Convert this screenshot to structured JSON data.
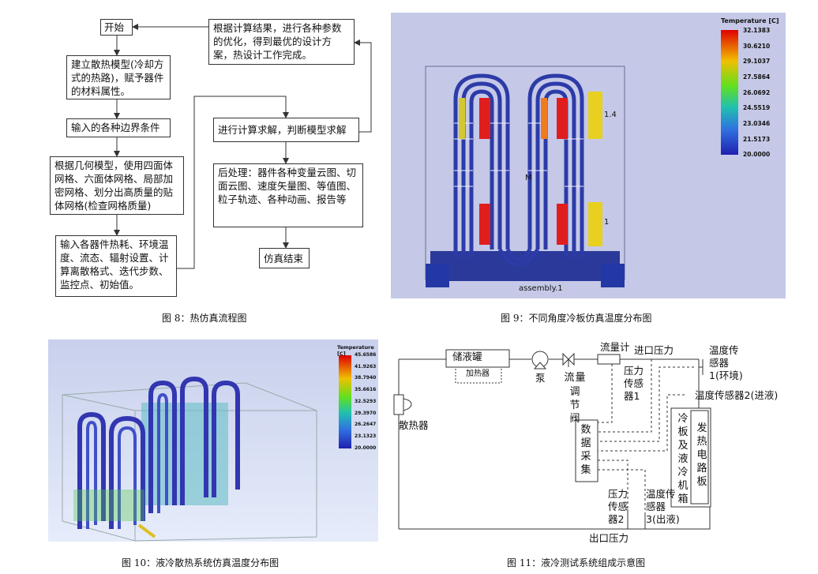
{
  "fig8": {
    "start": "开始",
    "build_model": "建立散热模型(冷却方式的热路)，赋予器件的材料属性。",
    "boundary": "输入的各种边界条件",
    "mesh": "根据几何模型，使用四面体网格、六面体网格、局部加密网格、划分出高质量的贴体网格(检查网格质量)",
    "inputs": "输入各器件热耗、环境温度、流态、辐射设置、计算离散格式、迭代步数、监控点、初始值。",
    "optimize": "根据计算结果，进行各种参数的优化，得到最优的设计方案，热设计工作完成。",
    "solve": "进行计算求解，判断模型求解",
    "post": "后处理：器件各种变量云图、切面云图、速度矢量图、等值图、粒子轨迹、各种动画、报告等",
    "end": "仿真结束",
    "caption": "图 8：热仿真流程图"
  },
  "fig9": {
    "legend_title": "Temperature [C]",
    "legend_values": [
      "32.1383",
      "30.6210",
      "29.1037",
      "27.5864",
      "26.0692",
      "24.5519",
      "23.0346",
      "21.5173",
      "20.0000"
    ],
    "label_a": "1.4",
    "label_b": "1",
    "label_c": "M",
    "label_d": "assembly.1",
    "caption": "图 9：不同角度冷板仿真温度分布图"
  },
  "fig10": {
    "legend_title": "Temperature [C]",
    "legend_values": [
      "45.6586",
      "41.9263",
      "38.7940",
      "35.6616",
      "32.5293",
      "29.3970",
      "26.2647",
      "23.1323",
      "20.0000"
    ],
    "caption": "图 10：液冷散热系统仿真温度分布图"
  },
  "fig11": {
    "tank": "储液罐",
    "heater": "加热器",
    "pump": "泵",
    "valve": [
      "流",
      "量",
      "调",
      "节",
      "阀"
    ],
    "flowmeter": "流量计",
    "inlet_pressure": "进口压力",
    "pressure1": [
      "压力",
      "传感",
      "器1"
    ],
    "temp1": [
      "温度传",
      "感器",
      "1(环境)"
    ],
    "temp2": "温度传感器2(进液)",
    "radiator": "散热器",
    "daq": [
      "数",
      "据",
      "采",
      "集"
    ],
    "coldplate": [
      "冷",
      "板",
      "及",
      "液",
      "冷",
      "机",
      "箱"
    ],
    "circuit": [
      "发",
      "热",
      "电",
      "路",
      "板"
    ],
    "pressure2": [
      "压力",
      "传感",
      "器2"
    ],
    "temp3": [
      "温度传",
      "感器",
      "3(出液)"
    ],
    "outlet_pressure": "出口压力",
    "caption": "图 11：液冷测试系统组成示意图"
  }
}
